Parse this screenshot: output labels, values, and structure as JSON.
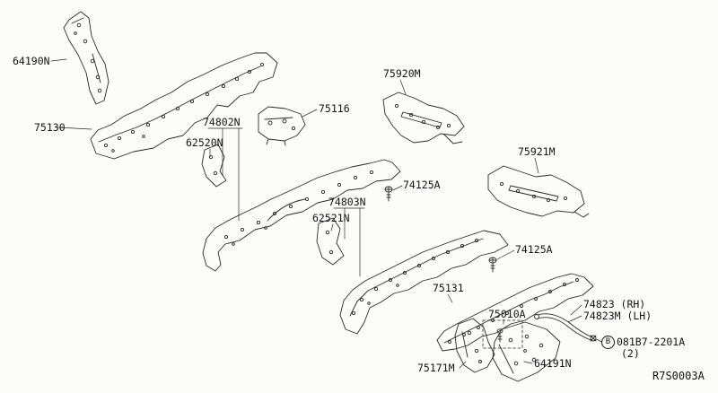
{
  "drawing_ref": "R7S0003A",
  "colors": {
    "background": "#fcfcfa",
    "line": "#2a2a2a",
    "text": "#141414"
  },
  "labels": {
    "p64190N": "64190N",
    "p75130": "75130",
    "p74802N": "74802N",
    "p62520N": "62520N",
    "p75116": "75116",
    "p75920M": "75920M",
    "p74125A_top": "74125A",
    "p74803N": "74803N",
    "p62521N": "62521N",
    "p75921M": "75921M",
    "p74125A_bottom": "74125A",
    "p75131": "75131",
    "p75010A": "75010A",
    "p74823_rh": "74823 (RH)",
    "p74823m_lh": "74823M (LH)",
    "fastener_badge": "B",
    "fastener_number": "081B7-2201A",
    "fastener_qty": "(2)",
    "p75171M": "75171M",
    "p64191N": "64191N"
  }
}
